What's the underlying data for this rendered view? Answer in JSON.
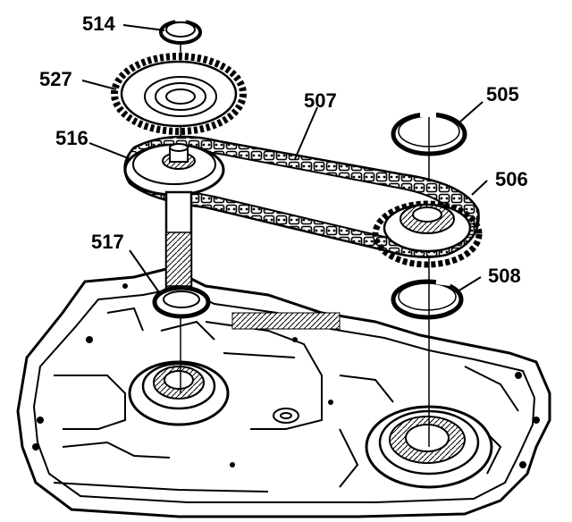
{
  "diagram": {
    "callouts": [
      {
        "id": "c514",
        "label": "514"
      },
      {
        "id": "c527",
        "label": "527"
      },
      {
        "id": "c507",
        "label": "507"
      },
      {
        "id": "c505",
        "label": "505"
      },
      {
        "id": "c516",
        "label": "516"
      },
      {
        "id": "c506",
        "label": "506"
      },
      {
        "id": "c517",
        "label": "517"
      },
      {
        "id": "c508",
        "label": "508"
      }
    ]
  }
}
